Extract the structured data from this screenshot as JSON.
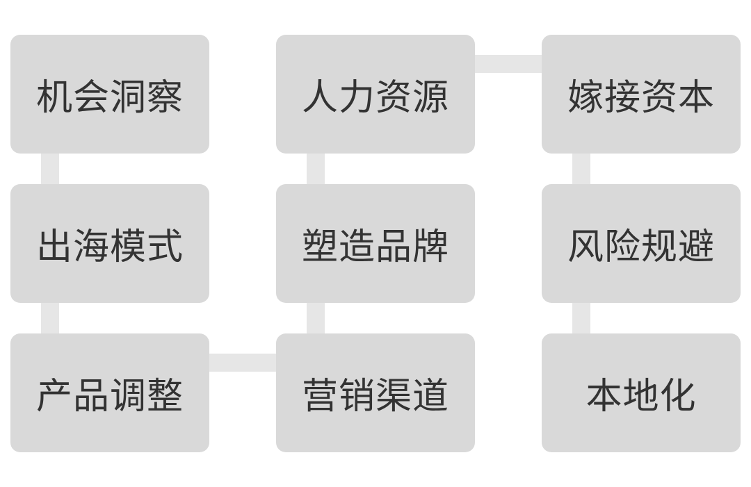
{
  "diagram": {
    "nodes": [
      {
        "id": "n1",
        "label": "机会洞察"
      },
      {
        "id": "n2",
        "label": "出海模式"
      },
      {
        "id": "n3",
        "label": "产品调整"
      },
      {
        "id": "n4",
        "label": "营销渠道"
      },
      {
        "id": "n5",
        "label": "塑造品牌"
      },
      {
        "id": "n6",
        "label": "人力资源"
      },
      {
        "id": "n7",
        "label": "嫁接资本"
      },
      {
        "id": "n8",
        "label": "风险规避"
      },
      {
        "id": "n9",
        "label": "本地化"
      }
    ],
    "edges": [
      {
        "from": "n1",
        "to": "n2"
      },
      {
        "from": "n2",
        "to": "n3"
      },
      {
        "from": "n3",
        "to": "n4"
      },
      {
        "from": "n4",
        "to": "n5"
      },
      {
        "from": "n5",
        "to": "n6"
      },
      {
        "from": "n6",
        "to": "n7"
      },
      {
        "from": "n7",
        "to": "n8"
      },
      {
        "from": "n8",
        "to": "n9"
      }
    ],
    "colors": {
      "node_fill": "#d9d9d9",
      "connector": "#e6e6e6",
      "text": "#333333",
      "background": "#ffffff"
    }
  }
}
